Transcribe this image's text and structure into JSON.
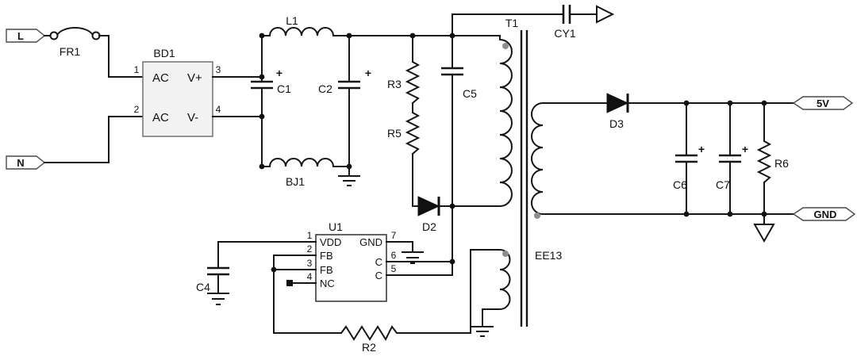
{
  "ports": {
    "live": "L",
    "neutral": "N",
    "v5": "5V",
    "gnd": "GND"
  },
  "input_stage": {
    "fuse": "FR1",
    "bridge": {
      "ref": "BD1",
      "pin1": "1",
      "pin2": "2",
      "pin3": "3",
      "pin4": "4",
      "ac1": "AC",
      "ac2": "AC",
      "vpos": "V+",
      "vneg": "V-"
    },
    "c1": "C1",
    "c1_polarity": "+",
    "c2": "C2",
    "c2_polarity": "+",
    "l1": "L1",
    "bj1": "BJ1"
  },
  "clamp": {
    "r3": "R3",
    "r5": "R5",
    "c5": "C5",
    "d2": "D2"
  },
  "emi": {
    "cy1": "CY1"
  },
  "transformer": {
    "ref": "T1",
    "core": "EE13"
  },
  "controller": {
    "ref": "U1",
    "pin1_num": "1",
    "pin1_name": "VDD",
    "pin2_num": "2",
    "pin2_name": "FB",
    "pin3_num": "3",
    "pin3_name": "FB",
    "pin4_num": "4",
    "pin4_name": "NC",
    "pin5_num": "5",
    "pin5_name": "C",
    "pin6_num": "6",
    "pin6_name": "C",
    "pin7_num": "7",
    "pin7_name": "GND",
    "c4": "C4",
    "r2": "R2"
  },
  "output_stage": {
    "d3": "D3",
    "c6": "C6",
    "c6_polarity": "+",
    "c7": "C7",
    "c7_polarity": "+",
    "r6": "R6"
  }
}
